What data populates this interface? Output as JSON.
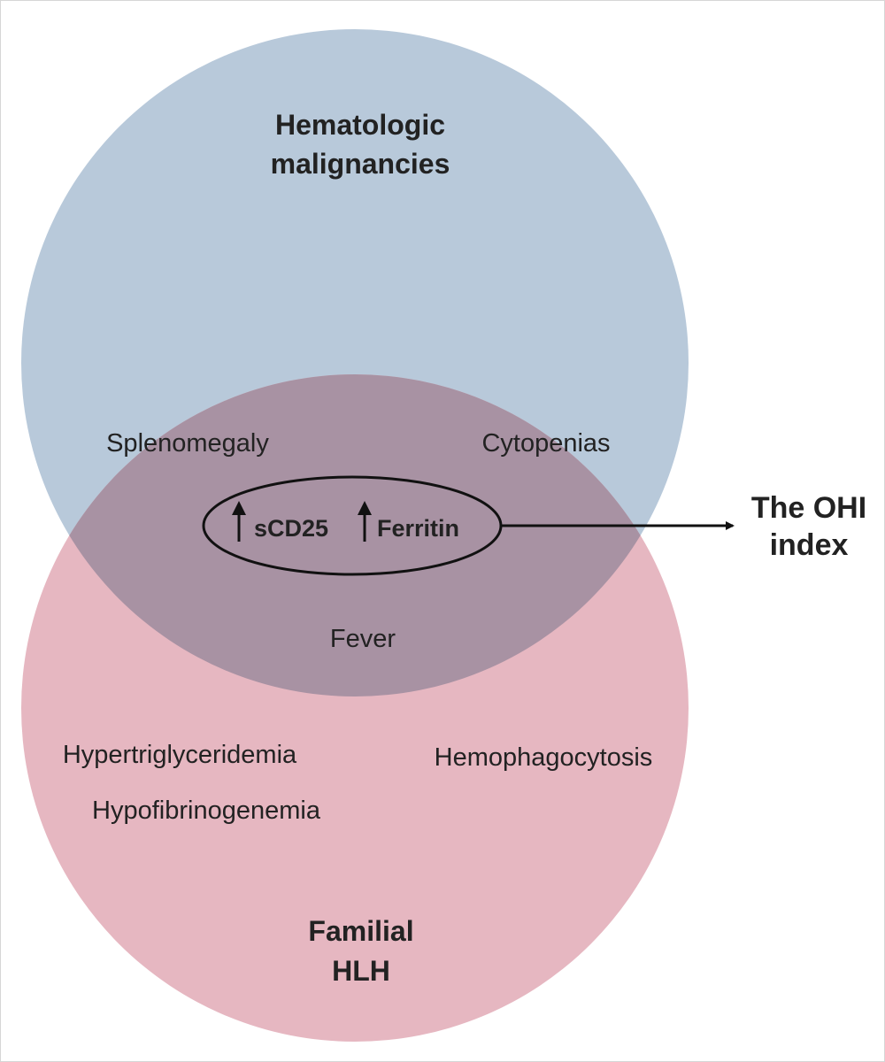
{
  "colors": {
    "top_circle": "#b8c9da",
    "bottom_circle": "#e6b7c1",
    "overlap": "#a892a3",
    "text": "#222222",
    "line": "#111111"
  },
  "sets": {
    "top": {
      "title_line1": "Hematologic",
      "title_line2": "malignancies"
    },
    "bottom": {
      "title_line1": "Familial",
      "title_line2": "HLH",
      "items": [
        "Hypertriglyceridemia",
        "Hypofibrinogenemia",
        "Hemophagocytosis"
      ]
    },
    "overlap": {
      "items": [
        "Splenomegaly",
        "Cytopenias",
        "Fever"
      ],
      "center_term1": "sCD25",
      "center_term2": "Ferritin"
    }
  },
  "arrow_symbol": "↑",
  "result": {
    "line1": "The OHI",
    "line2": "index"
  }
}
